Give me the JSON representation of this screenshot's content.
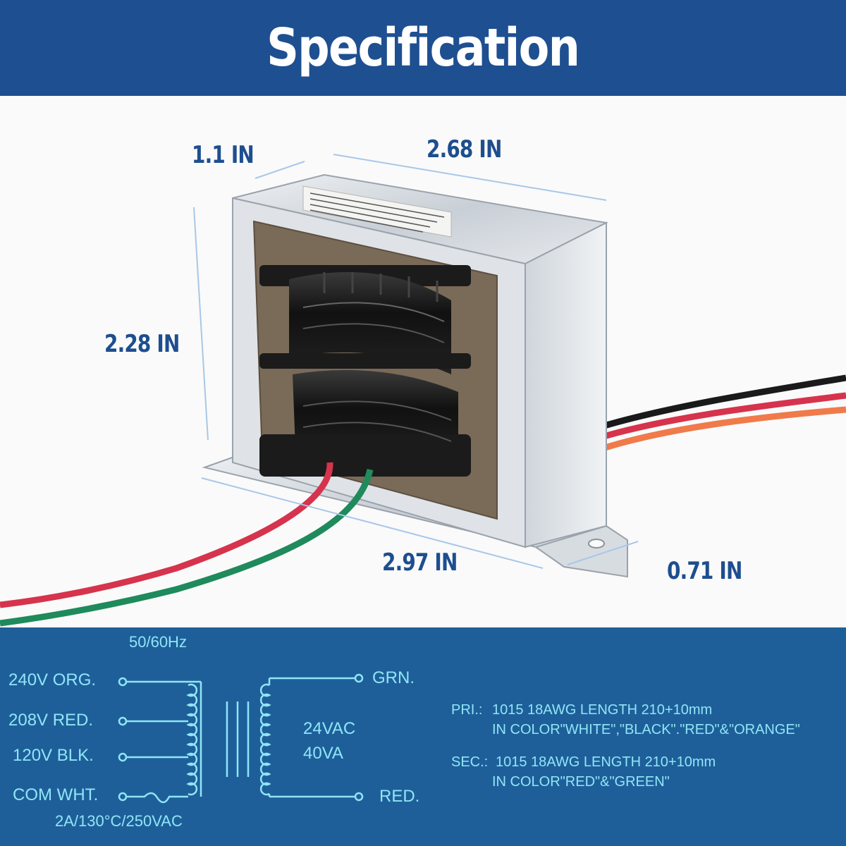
{
  "banner": {
    "title": "Specification"
  },
  "dimensions": {
    "depth": "1.1 IN",
    "top_width": "2.68 IN",
    "height": "2.28 IN",
    "base_width": "2.97 IN",
    "flange": "0.71 IN"
  },
  "schematic": {
    "frequency": "50/60Hz",
    "primary_taps": [
      {
        "label": "240V ORG."
      },
      {
        "label": "208V RED."
      },
      {
        "label": "120V BLK."
      },
      {
        "label": "COM WHT."
      }
    ],
    "fuse_rating": "2A/130°C/250VAC",
    "secondary_top": "GRN.",
    "secondary_bottom": "RED.",
    "output_voltage": "24VAC",
    "output_power": "40VA"
  },
  "specs": {
    "pri_label": "PRI.:",
    "pri_line1": "1015 18AWG LENGTH 210+10mm",
    "pri_line2": "IN COLOR\"WHITE\",\"BLACK\".\"RED\"&\"ORANGE\"",
    "sec_label": "SEC.:",
    "sec_line1": "1015 18AWG LENGTH 210+10mm",
    "sec_line2": "IN COLOR\"RED\"&\"GREEN\""
  },
  "colors": {
    "banner": "#1e4f91",
    "panel": "#1f5f99",
    "schematic_line": "#8fe6f7",
    "dimension_text": "#1d4e8f"
  }
}
